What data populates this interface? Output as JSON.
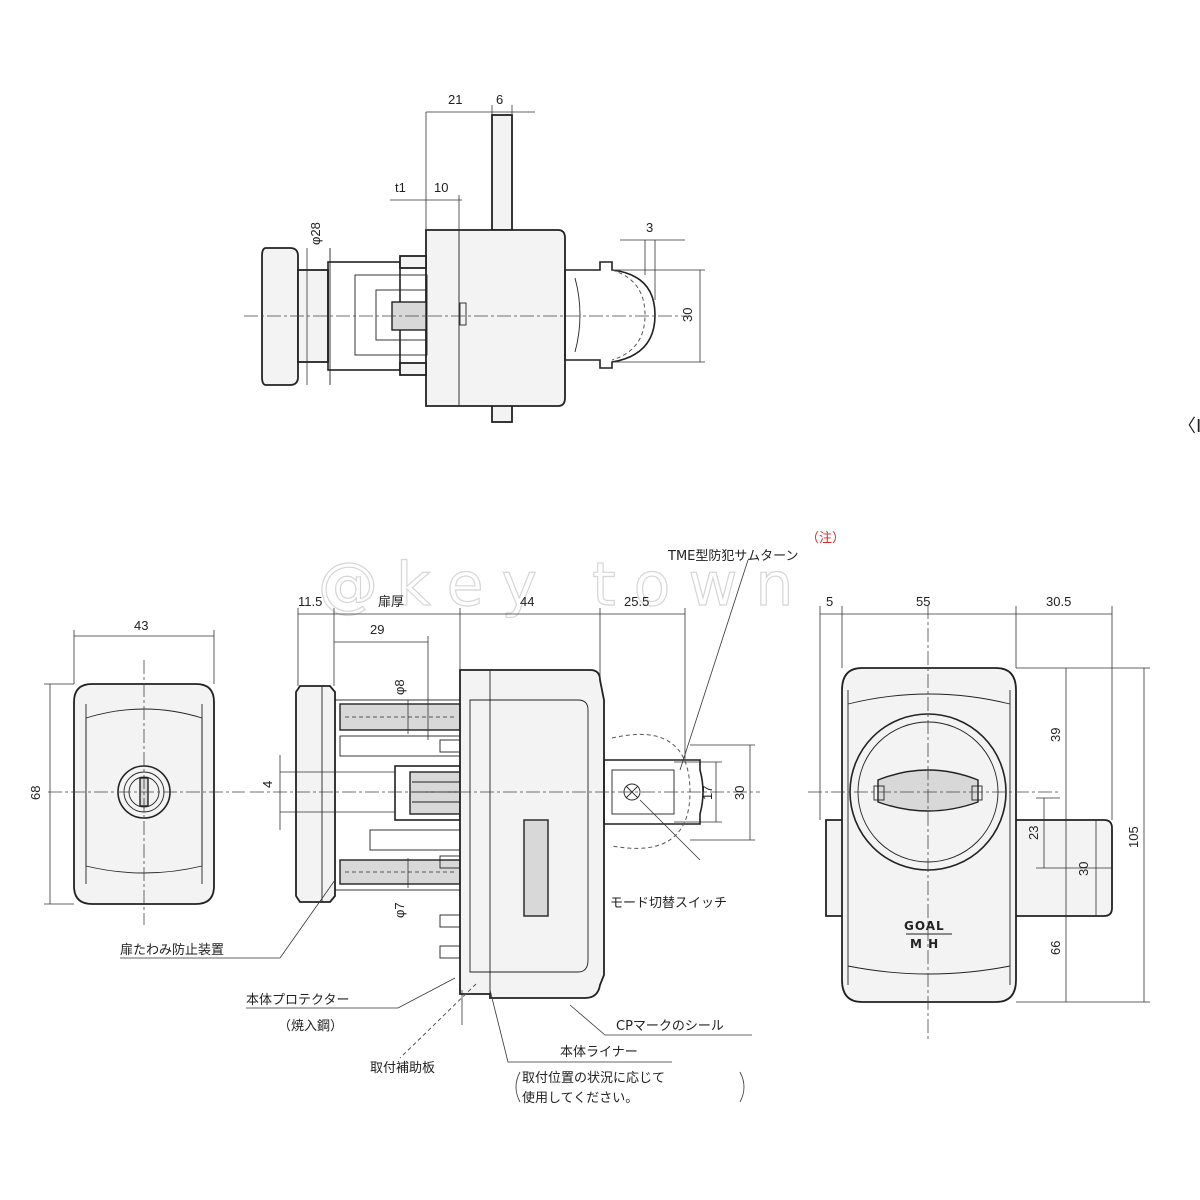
{
  "dimensions": {
    "top": {
      "d21": "21",
      "d6": "6",
      "t1": "t1",
      "d10": "10",
      "phi28": "φ28",
      "d3": "3",
      "d30": "30"
    },
    "side": {
      "d11_5": "11.5",
      "door_thickness": "扉厚",
      "d44": "44",
      "d25_5": "25.5",
      "d29": "29",
      "phi8": "φ8",
      "d4": "4",
      "phi7": "φ7",
      "d17": "17",
      "d30": "30"
    },
    "front": {
      "d43": "43",
      "d68": "68"
    },
    "back": {
      "d5": "5",
      "d55": "55",
      "d30_5": "30.5",
      "d39": "39",
      "d23": "23",
      "d30": "30",
      "d66": "66",
      "d105": "105"
    }
  },
  "labels": {
    "note_marker": "（注）",
    "thumbturn": "TME型防犯サムターン",
    "mode_switch": "モード切替スイッチ",
    "anti_deflection": "扉たわみ防止装置",
    "body_protector": "本体プロテクター",
    "hardened_steel": "（焼入鋼）",
    "mounting_plate": "取付補助板",
    "cp_seal": "CPマークのシール",
    "body_liner": "本体ライナー",
    "usage_note_line1": "取付位置の状況に応じて",
    "usage_note_line2": "使用してください。",
    "cropped_bracket": "〈I"
  },
  "brand": {
    "line1": "GOAL",
    "line2": "M H"
  },
  "watermark": "@key town"
}
